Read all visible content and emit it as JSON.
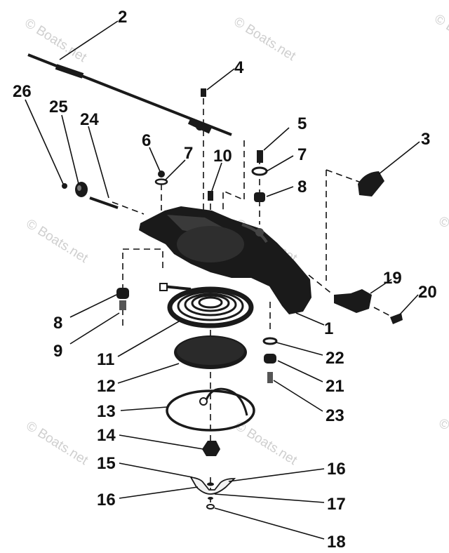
{
  "watermark": {
    "text": "© Boats.net"
  },
  "callouts": [
    {
      "id": "c1",
      "label": "1"
    },
    {
      "id": "c2",
      "label": "2"
    },
    {
      "id": "c3",
      "label": "3"
    },
    {
      "id": "c4",
      "label": "4"
    },
    {
      "id": "c5",
      "label": "5"
    },
    {
      "id": "c6",
      "label": "6"
    },
    {
      "id": "c7a",
      "label": "7"
    },
    {
      "id": "c7b",
      "label": "7"
    },
    {
      "id": "c8a",
      "label": "8"
    },
    {
      "id": "c8b",
      "label": "8"
    },
    {
      "id": "c9",
      "label": "9"
    },
    {
      "id": "c10",
      "label": "10"
    },
    {
      "id": "c11",
      "label": "11"
    },
    {
      "id": "c12",
      "label": "12"
    },
    {
      "id": "c13",
      "label": "13"
    },
    {
      "id": "c14",
      "label": "14"
    },
    {
      "id": "c15",
      "label": "15"
    },
    {
      "id": "c16a",
      "label": "16"
    },
    {
      "id": "c16b",
      "label": "16"
    },
    {
      "id": "c17",
      "label": "17"
    },
    {
      "id": "c18",
      "label": "18"
    },
    {
      "id": "c19",
      "label": "19"
    },
    {
      "id": "c20",
      "label": "20"
    },
    {
      "id": "c21",
      "label": "21"
    },
    {
      "id": "c22",
      "label": "22"
    },
    {
      "id": "c23",
      "label": "23"
    },
    {
      "id": "c24",
      "label": "24"
    },
    {
      "id": "c25",
      "label": "25"
    },
    {
      "id": "c26",
      "label": "26"
    }
  ]
}
